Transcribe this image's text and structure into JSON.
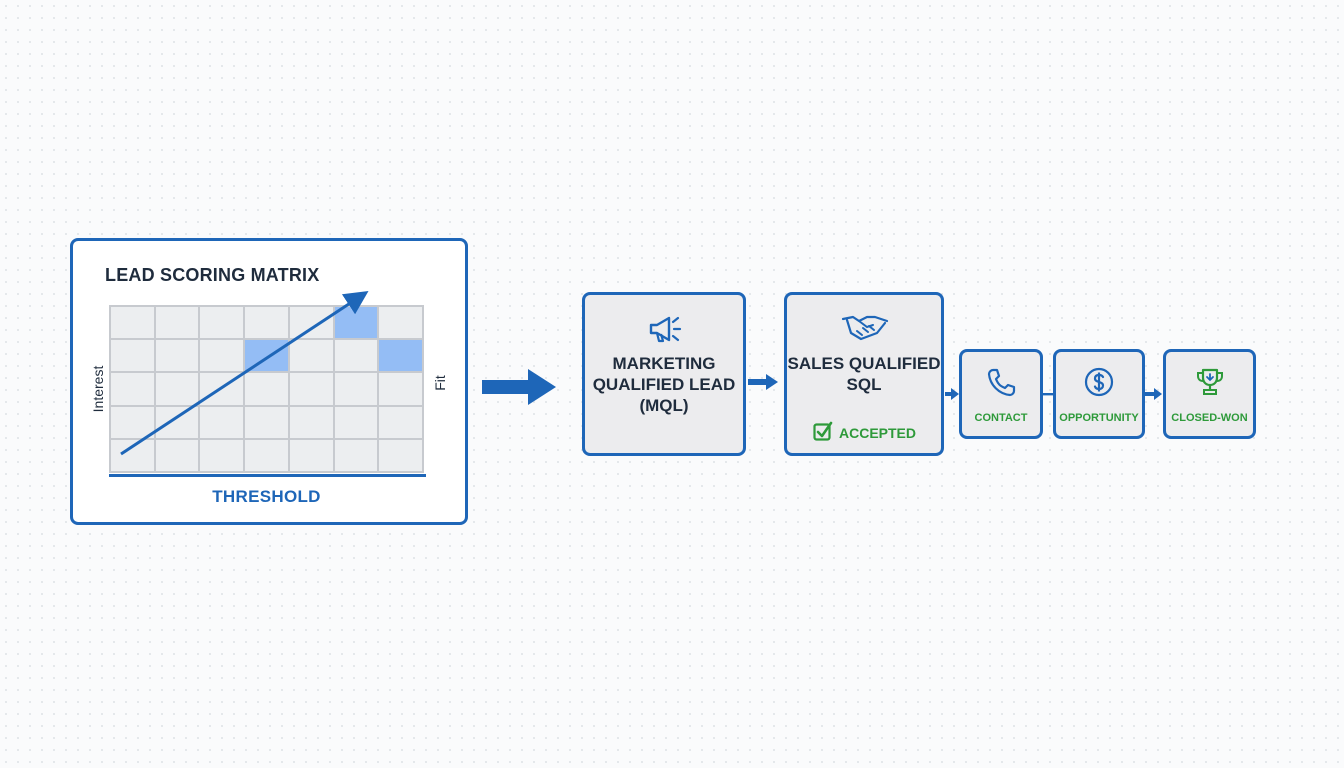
{
  "matrix": {
    "title": "LEAD SCORING MATRIX",
    "y_label": "Interest",
    "x_label": "Fit",
    "threshold_label": "THRESHOLD",
    "rows": 5,
    "cols": 7,
    "highlighted_cells": [
      [
        0,
        5
      ],
      [
        1,
        3
      ],
      [
        1,
        6
      ]
    ]
  },
  "stages": {
    "mql": {
      "label": "MARKETING QUALIFIED LEAD (MQL)",
      "icon": "megaphone-icon"
    },
    "sql": {
      "label": "SALES QUALIFIED SQL",
      "icon": "handshake-icon",
      "status": "ACCEPTED",
      "status_icon": "check-box-icon"
    },
    "contact": {
      "label": "CONTACT",
      "icon": "phone-icon"
    },
    "opportunity": {
      "label": "OPPORTUNITY",
      "icon": "dollar-icon"
    },
    "closed_won": {
      "label": "CLOSED-WON",
      "icon": "trophy-icon"
    }
  },
  "colors": {
    "primary_blue": "#1e66b8",
    "highlight_blue": "#94bdf5",
    "success_green": "#2e9a3a",
    "text_dark": "#1f2c3d"
  }
}
